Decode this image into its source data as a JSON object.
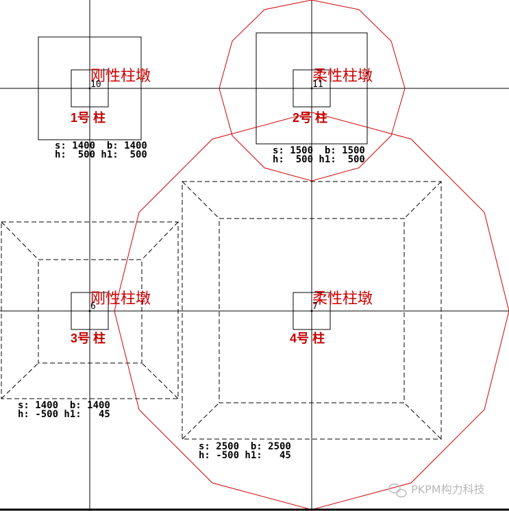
{
  "piers": [
    {
      "type_label": "刚性柱墩",
      "node": "10",
      "col_label": "1号 柱",
      "dim_line1": "s: 1400  b: 1400",
      "dim_line2": "h:  500 h1:  500"
    },
    {
      "type_label": "柔性柱墩",
      "node": "11",
      "col_label": "2号 柱",
      "dim_line1": "s: 1500  b: 1500",
      "dim_line2": "h:  500 h1:  500"
    },
    {
      "type_label": "刚性柱墩",
      "node": "6",
      "col_label": "3号 柱",
      "dim_line1": "s: 1400  b: 1400",
      "dim_line2": "h: -500 h1:   45"
    },
    {
      "type_label": "柔性柱墩",
      "node": "7",
      "col_label": "4号 柱",
      "dim_line1": "s: 2500  b: 2500",
      "dim_line2": "h: -500 h1:   45"
    }
  ],
  "watermark": "PKPM构力科技",
  "colors": {
    "line": "#000000",
    "label_red": "#cc0000",
    "circle_red": "#d00000",
    "background": "#ffffff"
  }
}
